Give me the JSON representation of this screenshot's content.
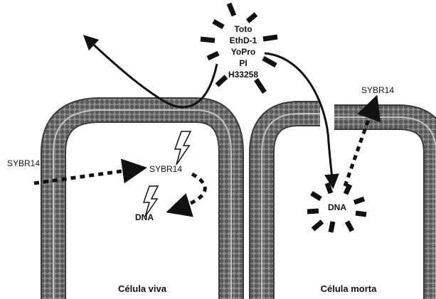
{
  "dyes": {
    "items": [
      "Toto",
      "EthD-1",
      "YoPro",
      "PI",
      "H33258"
    ]
  },
  "labels": {
    "sybr_outside_left": "SYBR14",
    "sybr_inside_live": "SYBR14",
    "dna_live": "DNA",
    "dna_dead": "DNA",
    "sybr_exiting_dead": "SYBR14",
    "live_cell": "Célula viva",
    "dead_cell": "Célula morta"
  },
  "colors": {
    "membrane_outer": "#6e6e6e",
    "membrane_inner": "#9a9a9a",
    "ink": "#111111",
    "background": "#ffffff"
  }
}
